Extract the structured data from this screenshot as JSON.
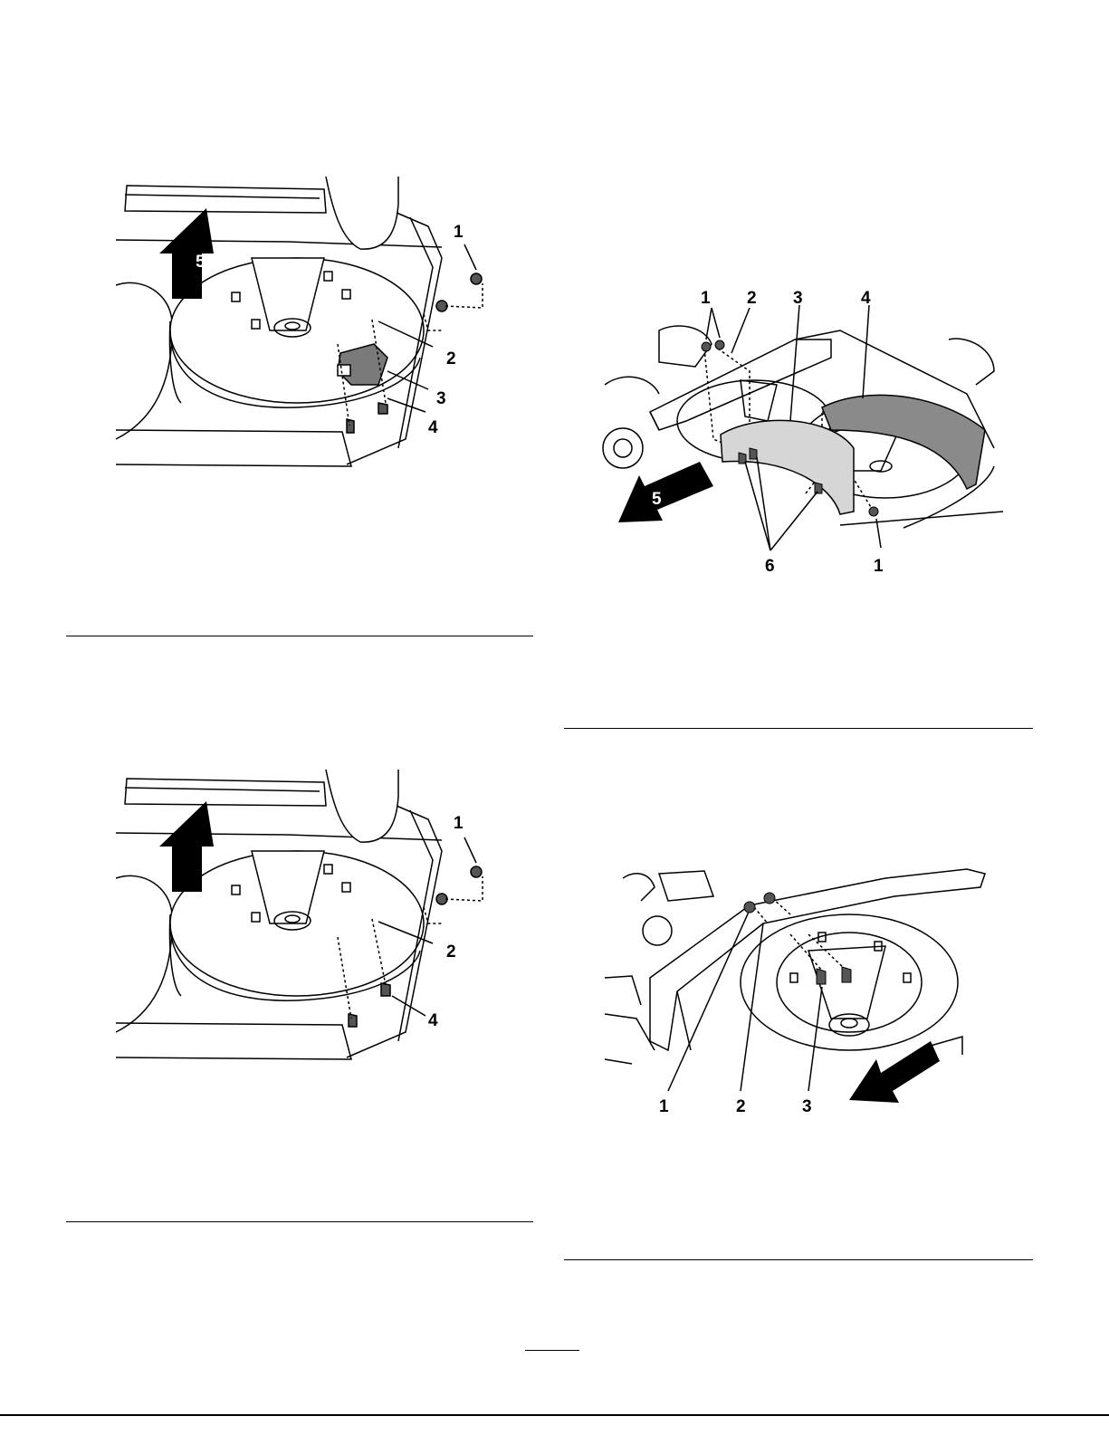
{
  "figure_top_left": {
    "callouts": {
      "c1": "1",
      "c2": "2",
      "c3": "3",
      "c4": "4",
      "c5": "5"
    }
  },
  "figure_bottom_left": {
    "callouts": {
      "c1": "1",
      "c2": "2",
      "c4": "4"
    }
  },
  "figure_top_right": {
    "callouts": {
      "c1a": "1",
      "c2": "2",
      "c3": "3",
      "c4": "4",
      "c5": "5",
      "c6": "6",
      "c1b": "1"
    }
  },
  "figure_bottom_right": {
    "callouts": {
      "c1": "1",
      "c2": "2",
      "c3": "3"
    }
  }
}
